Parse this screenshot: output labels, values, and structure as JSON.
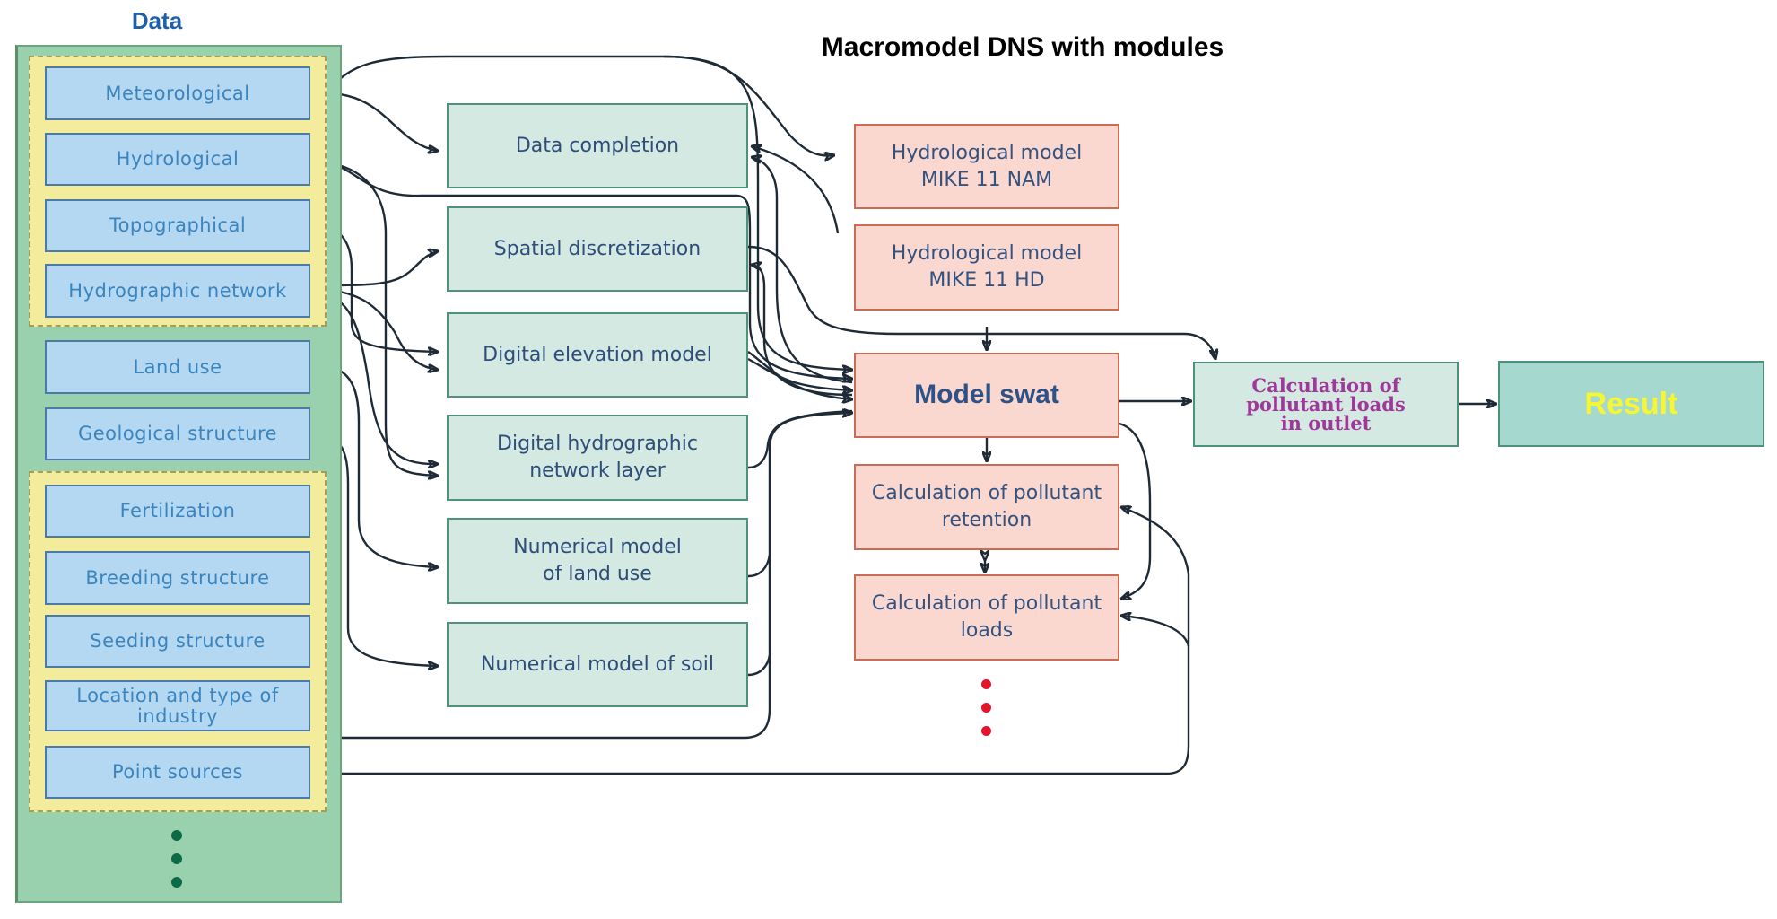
{
  "data_panel": {
    "title": "Data",
    "group_a": [
      "Meteorological",
      "Hydrological",
      "Topographical",
      "Hydrographic network"
    ],
    "standalone": [
      "Land use",
      "Geological structure"
    ],
    "group_b": [
      "Fertilization",
      "Breeding structure",
      "Seeding structure",
      "Location and type of industry",
      "Point sources"
    ],
    "continuation": "more data (ellipsis)"
  },
  "macromodel": {
    "title": "Macromodel DNS with modules",
    "modules": [
      "Data completion",
      "Spatial discretization",
      "Digital elevation model",
      "Digital hydrographic network layer",
      "Numerical model of land use",
      "Numerical model of soil"
    ],
    "core": {
      "hydrological_models": [
        "Hydrological model MIKE 11 NAM",
        "Hydrological model MIKE 11 HD"
      ],
      "swat": "Model swat",
      "retention": "Calculation of pollutant retention",
      "loads": "Calculation of pollutant loads",
      "continuation": "more modules (ellipsis)"
    },
    "outlet": "Calculation of pollutant loads in outlet"
  },
  "result": "Result",
  "colors": {
    "data_panel": "#99d1ae",
    "data_box": "#b5d8f2",
    "yellow_group": "#f2ec9c",
    "macro_panel": "#a8d8e7",
    "module_box": "#d3e9e1",
    "red_panel": "#f39ca0",
    "pink_box": "#fad8cf",
    "result_text": "#f6f730",
    "outlet_text": "#a2379b"
  }
}
